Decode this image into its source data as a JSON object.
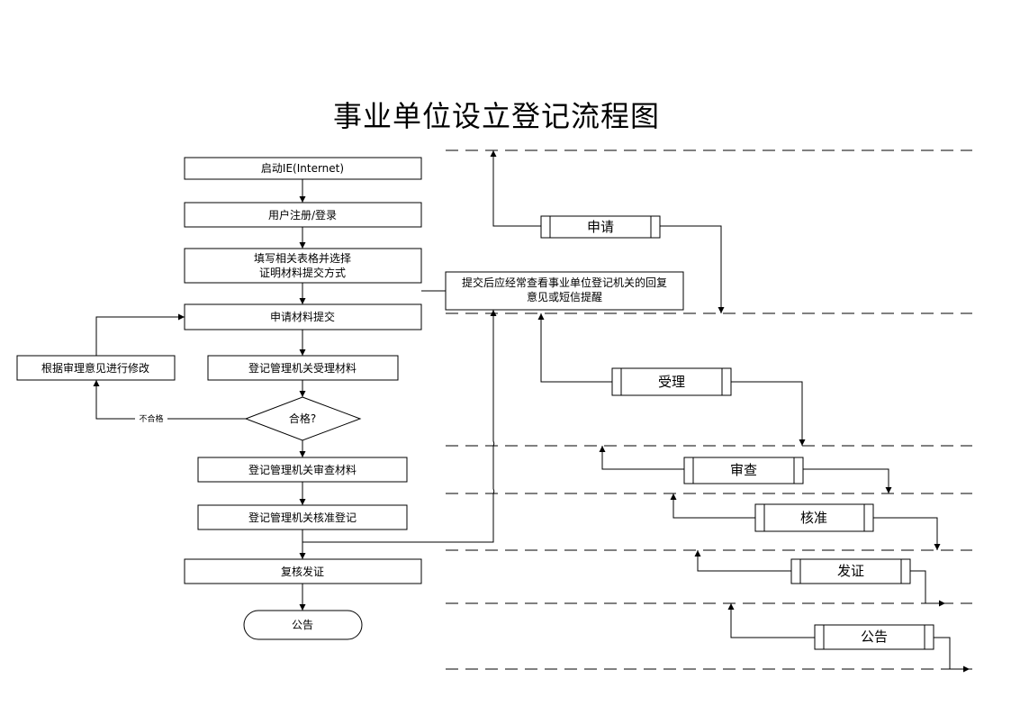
{
  "title": "事业单位设立登记流程图",
  "flow": {
    "start": "启动IE(Internet)",
    "register": "用户注册/登录",
    "fill_line1": "填写相关表格并选择",
    "fill_line2": "证明材料提交方式",
    "submit": "申请材料提交",
    "accept": "登记管理机关受理材料",
    "decision": "合格?",
    "reject_label": "不合格",
    "modify": "根据审理意见进行修改",
    "review": "登记管理机关审查材料",
    "approve": "登记管理机关核准登记",
    "recheck": "复核发证",
    "announce": "公告"
  },
  "note": {
    "line1": "提交后应经常查看事业单位登记机关的回复",
    "line2": "意见或短信提醒"
  },
  "stages": {
    "apply": "申请",
    "accept": "受理",
    "review": "审查",
    "approve": "核准",
    "issue": "发证",
    "announce": "公告"
  }
}
